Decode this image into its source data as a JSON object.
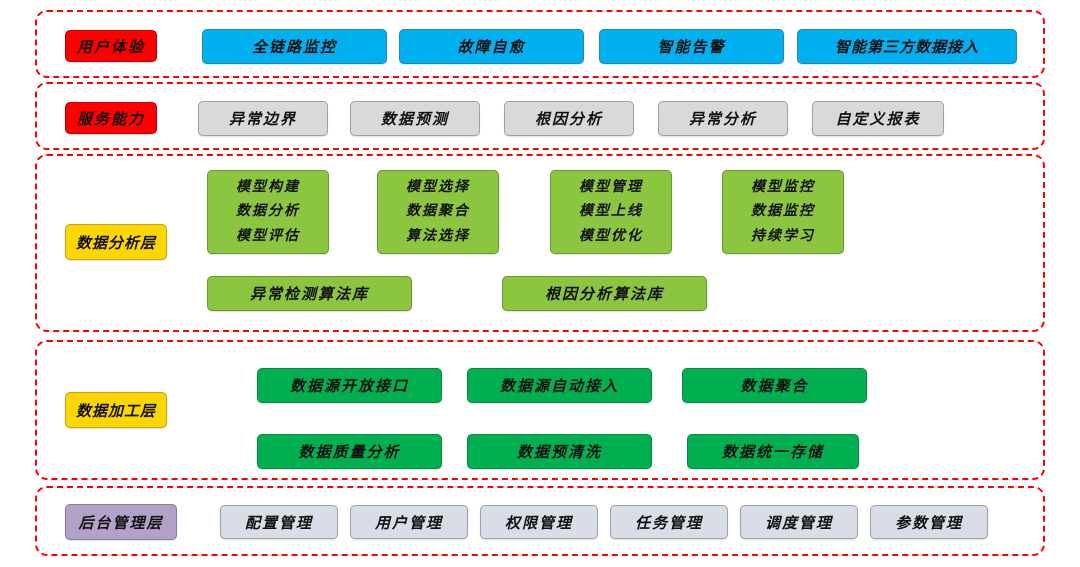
{
  "colors": {
    "section_border": "#FF0000",
    "label_red": "#FF0000",
    "label_yellow": "#FFD700",
    "label_purple": "#B3A2C7",
    "box_blue": "#00B0F0",
    "box_gray": "#D9D9D9",
    "box_light_green": "#8CC540",
    "box_green": "#00B050",
    "bottom_box_gray": "#D9DDE6"
  },
  "user_experience": {
    "label": "用户体验",
    "items": [
      "全链路监控",
      "故障自愈",
      "智能告警",
      "智能第三方数据接入"
    ]
  },
  "service_capability": {
    "label": "服务能力",
    "items": [
      "异常边界",
      "数据预测",
      "根因分析",
      "异常分析",
      "自定义报表"
    ]
  },
  "data_analysis": {
    "label": "数据分析层",
    "groups": [
      [
        "模型构建",
        "数据分析",
        "模型评估"
      ],
      [
        "模型选择",
        "数据聚合",
        "算法选择"
      ],
      [
        "模型管理",
        "模型上线",
        "模型优化"
      ],
      [
        "模型监控",
        "数据监控",
        "持续学习"
      ]
    ],
    "libraries": [
      "异常检测算法库",
      "根因分析算法库"
    ]
  },
  "data_processing": {
    "label": "数据加工层",
    "row1": [
      "数据源开放接口",
      "数据源自动接入",
      "数据聚合"
    ],
    "row2": [
      "数据质量分析",
      "数据预清洗",
      "数据统一存储"
    ]
  },
  "backend_management": {
    "label": "后台管理层",
    "items": [
      "配置管理",
      "用户管理",
      "权限管理",
      "任务管理",
      "调度管理",
      "参数管理"
    ]
  }
}
